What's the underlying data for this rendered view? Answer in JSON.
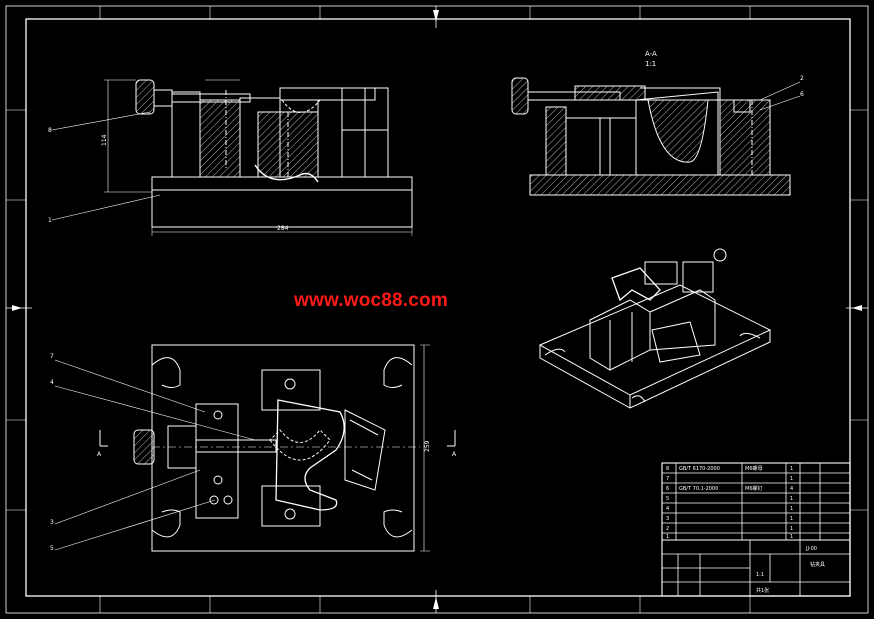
{
  "watermark": "www.woc88.com",
  "section": {
    "title": "A-A",
    "scale": "1:1"
  },
  "dims": {
    "width": "284",
    "height": "114",
    "depth": "259"
  },
  "callouts": {
    "front_left": [
      "8",
      "1"
    ],
    "section_right": [
      "2",
      "6"
    ],
    "plan_left": [
      "7",
      "4",
      "3",
      "5"
    ]
  },
  "cut_marker": "A",
  "title_block": {
    "part_rows": [
      {
        "no": "8",
        "code": "GB/T 6170-2000",
        "name": "M6螺母",
        "qty": "1"
      },
      {
        "no": "7",
        "code": "",
        "name": "",
        "qty": "1"
      },
      {
        "no": "6",
        "code": "GB/T 70.1-2000",
        "name": "M6螺钉",
        "qty": "4"
      },
      {
        "no": "5",
        "code": "",
        "name": "",
        "qty": "1"
      },
      {
        "no": "4",
        "code": "",
        "name": "",
        "qty": "1"
      },
      {
        "no": "3",
        "code": "",
        "name": "",
        "qty": "1"
      },
      {
        "no": "2",
        "code": "",
        "name": "",
        "qty": "1"
      },
      {
        "no": "1",
        "code": "",
        "name": "",
        "qty": "1"
      }
    ],
    "drawing_title": "钻夹具",
    "drawing_no": "JJ-00",
    "scale": "1:1",
    "sheet": "共1张"
  },
  "colors": {
    "outline": "#ffffff",
    "watermark": "#ff1a1a",
    "background": "#000000"
  }
}
